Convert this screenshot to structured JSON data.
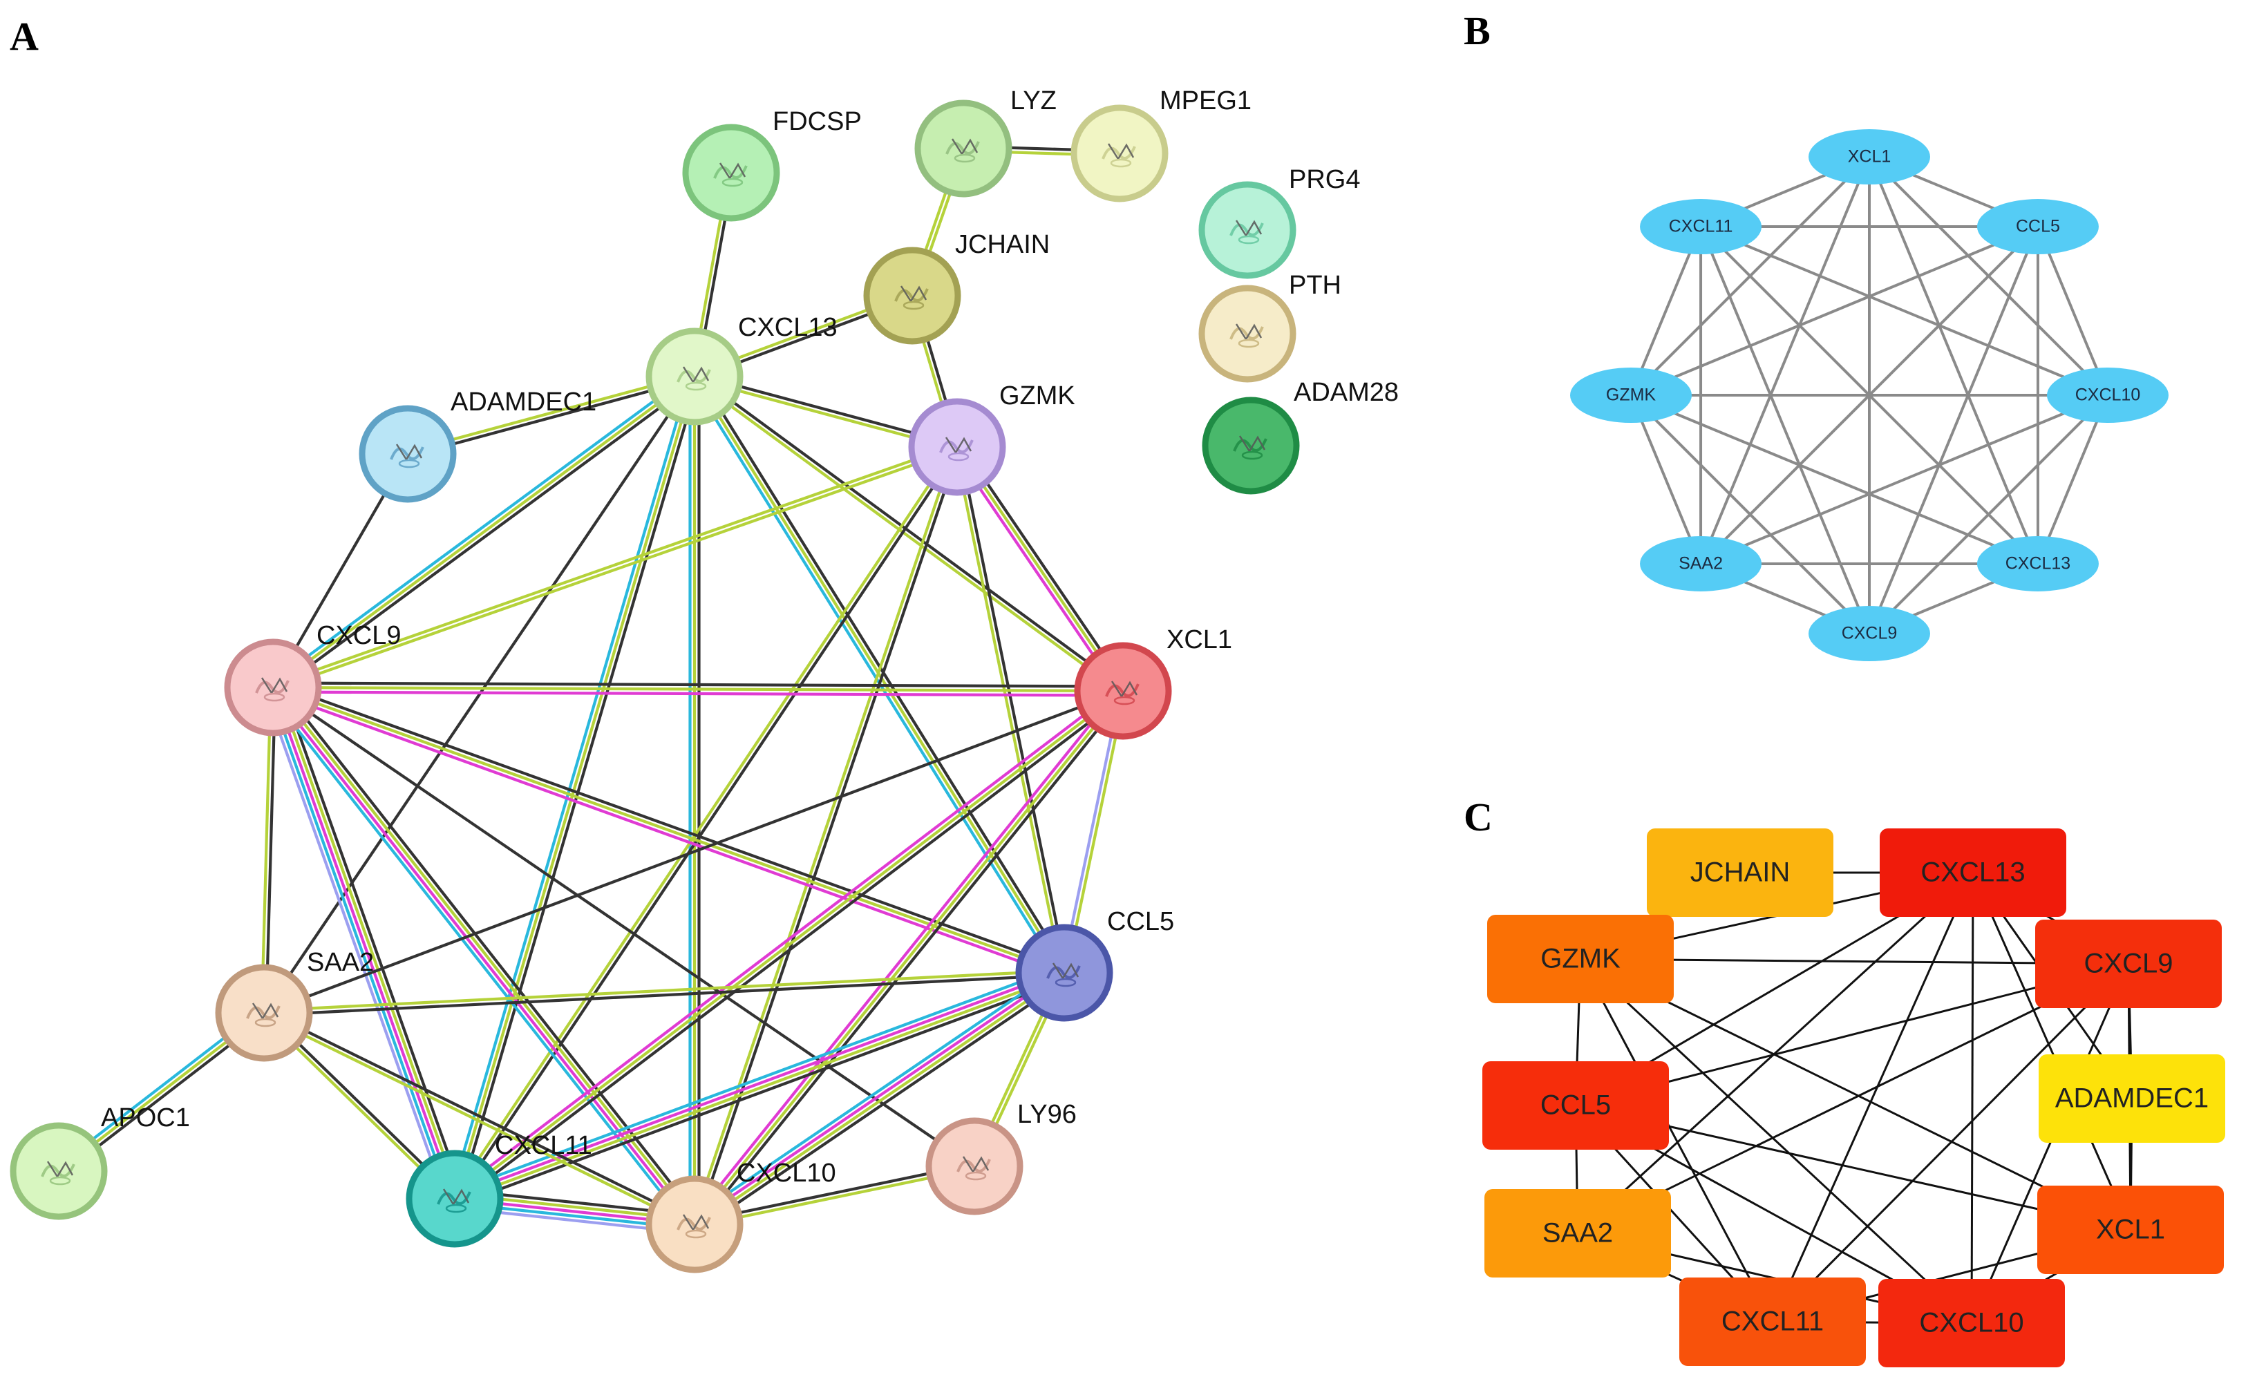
{
  "panel_a": {
    "letter": "A",
    "nodes": [
      {
        "id": "FDCSP",
        "label": "FDCSP",
        "color": "#b5f0b5",
        "stroke": "#7cc47c"
      },
      {
        "id": "LYZ",
        "label": "LYZ",
        "color": "#c6eeb0",
        "stroke": "#93bf7f"
      },
      {
        "id": "MPEG1",
        "label": "MPEG1",
        "color": "#f1f5c4",
        "stroke": "#c8cc8c"
      },
      {
        "id": "PRG4",
        "label": "PRG4",
        "color": "#b7f2d8",
        "stroke": "#66c8a0"
      },
      {
        "id": "PTH",
        "label": "PTH",
        "color": "#f6ecc9",
        "stroke": "#c8b47c"
      },
      {
        "id": "ADAM28",
        "label": "ADAM28",
        "color": "#49b86b",
        "stroke": "#1f8c45"
      },
      {
        "id": "JCHAIN",
        "label": "JCHAIN",
        "color": "#d9d889",
        "stroke": "#a3a153"
      },
      {
        "id": "CXCL13",
        "label": "CXCL13",
        "color": "#e1f7c9",
        "stroke": "#a6cc86"
      },
      {
        "id": "GZMK",
        "label": "GZMK",
        "color": "#ddc9f6",
        "stroke": "#a58bd1"
      },
      {
        "id": "ADAMDEC1",
        "label": "ADAMDEC1",
        "color": "#b9e5f6",
        "stroke": "#5fa2c6"
      },
      {
        "id": "CXCL9",
        "label": "CXCL9",
        "color": "#f9c9cb",
        "stroke": "#cc8b8f"
      },
      {
        "id": "XCL1",
        "label": "XCL1",
        "color": "#f58a8e",
        "stroke": "#d2474e"
      },
      {
        "id": "CCL5",
        "label": "CCL5",
        "color": "#8f96dc",
        "stroke": "#4b56a8"
      },
      {
        "id": "SAA2",
        "label": "SAA2",
        "color": "#f8dfc8",
        "stroke": "#c09a7c"
      },
      {
        "id": "APOC1",
        "label": "APOC1",
        "color": "#d8f6c0",
        "stroke": "#96c47c"
      },
      {
        "id": "CXCL11",
        "label": "CXCL11",
        "color": "#58d7cc",
        "stroke": "#15958c"
      },
      {
        "id": "CXCL10",
        "label": "CXCL10",
        "color": "#f9dfc3",
        "stroke": "#c69f7c"
      },
      {
        "id": "LY96",
        "label": "LY96",
        "color": "#f8d2c6",
        "stroke": "#c99486"
      }
    ]
  },
  "panel_b": {
    "letter": "B",
    "node_color": "#55ccf5",
    "edge_color": "#8a8a8a",
    "nodes": [
      "XCL1",
      "CCL5",
      "CXCL10",
      "CXCL13",
      "CXCL9",
      "SAA2",
      "GZMK",
      "CXCL11"
    ]
  },
  "panel_c": {
    "letter": "C",
    "nodes": [
      {
        "label": "JCHAIN",
        "color": "#fbb40f"
      },
      {
        "label": "CXCL13",
        "color": "#f01b0b"
      },
      {
        "label": "GZMK",
        "color": "#fa7005"
      },
      {
        "label": "CXCL9",
        "color": "#f42f0c"
      },
      {
        "label": "ADAMDEC1",
        "color": "#fde20a"
      },
      {
        "label": "CCL5",
        "color": "#f62d0b"
      },
      {
        "label": "XCL1",
        "color": "#fb5107"
      },
      {
        "label": "SAA2",
        "color": "#fc9a0a"
      },
      {
        "label": "CXCL11",
        "color": "#f8520b"
      },
      {
        "label": "CXCL10",
        "color": "#f3280e"
      }
    ]
  }
}
